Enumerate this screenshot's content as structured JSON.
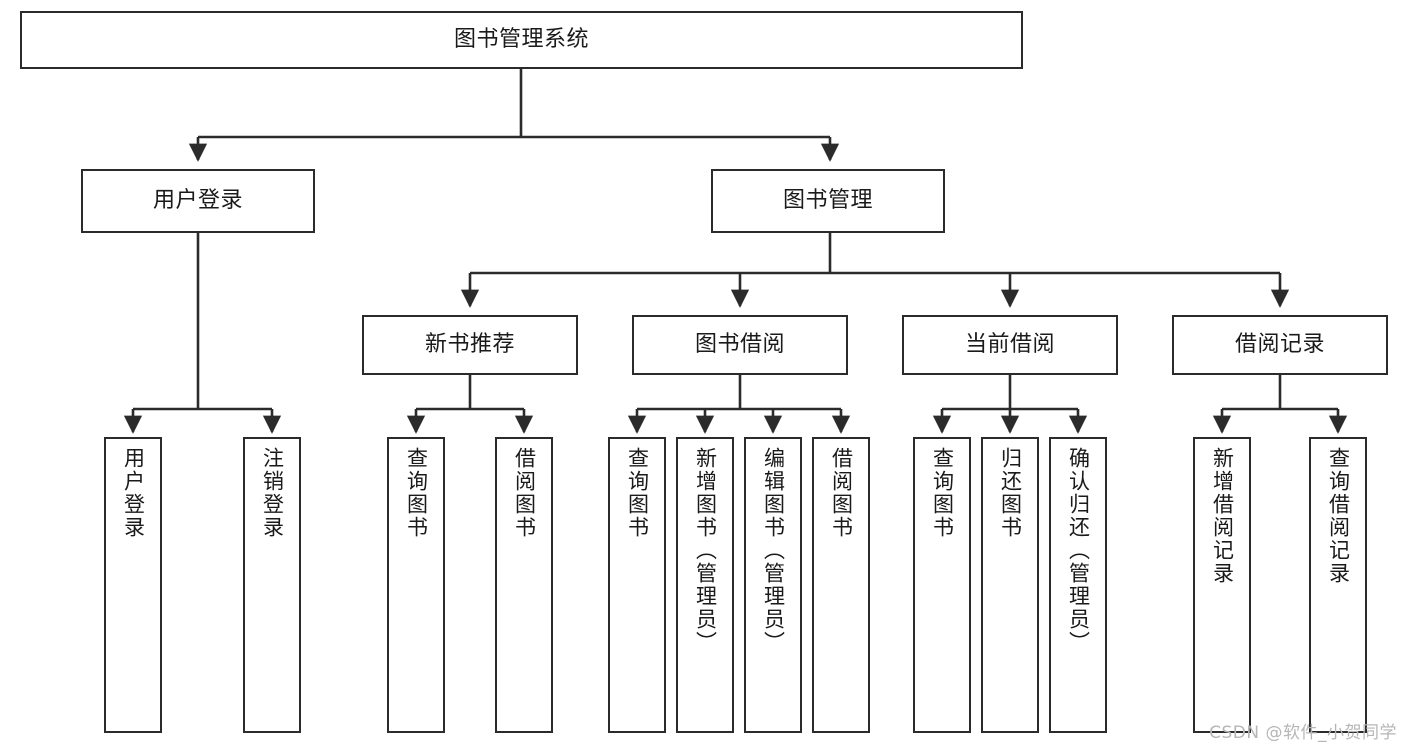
{
  "diagram": {
    "title": "图书管理系统",
    "watermark": "CSDN @软件_小贺同学",
    "colors": {
      "stroke": "#2b2b2b",
      "fill": "#ffffff",
      "text": "#1a1a1a",
      "watermark": "#b6b6b6"
    },
    "root": {
      "label": "图书管理系统"
    },
    "level2": [
      {
        "label": "用户登录"
      },
      {
        "label": "图书管理"
      }
    ],
    "level3": [
      {
        "label": "新书推荐"
      },
      {
        "label": "图书借阅"
      },
      {
        "label": "当前借阅"
      },
      {
        "label": "借阅记录"
      }
    ],
    "leaves": {
      "user_login": [
        {
          "label": "用户登录"
        },
        {
          "label": "注销登录"
        }
      ],
      "new_book_recommend": [
        {
          "label": "查询图书"
        },
        {
          "label": "借阅图书"
        }
      ],
      "book_borrow": [
        {
          "label": "查询图书"
        },
        {
          "label": "新增图书（管理员）"
        },
        {
          "label": "编辑图书（管理员）"
        },
        {
          "label": "借阅图书"
        }
      ],
      "current_borrow": [
        {
          "label": "查询图书"
        },
        {
          "label": "归还图书"
        },
        {
          "label": "确认归还（管理员）"
        }
      ],
      "borrow_records": [
        {
          "label": "新增借阅记录"
        },
        {
          "label": "查询借阅记录"
        }
      ]
    }
  }
}
